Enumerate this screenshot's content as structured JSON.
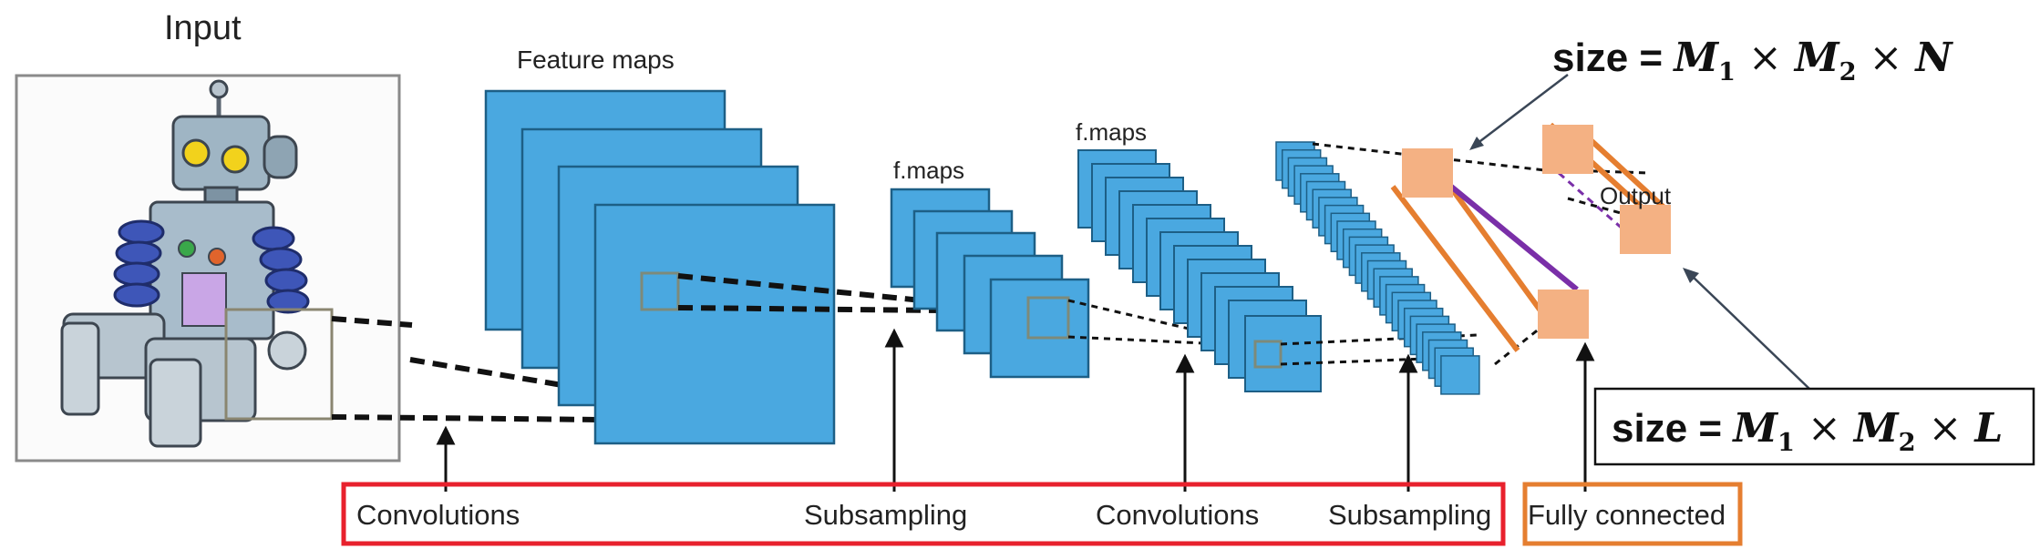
{
  "labels": {
    "input": "Input",
    "feature_maps": "Feature maps",
    "fmaps_1": "f.maps",
    "fmaps_2": "f.maps",
    "output": "Output"
  },
  "stages": [
    {
      "label": "Convolutions"
    },
    {
      "label": "Subsampling"
    },
    {
      "label": "Convolutions"
    },
    {
      "label": "Subsampling"
    },
    {
      "label": "Fully connected"
    }
  ],
  "formulas": {
    "top": {
      "prefix": "size = ",
      "terms": [
        "M",
        "1",
        "M",
        "2",
        "N"
      ]
    },
    "bottom": {
      "prefix": "size = ",
      "terms": [
        "M",
        "1",
        "M",
        "2",
        "L"
      ]
    }
  },
  "colors": {
    "map_fill": "#4aa8e0",
    "map_stroke": "#1d5f86",
    "red_box": "#e8212d",
    "orange_box": "#e57e30",
    "fc_square": "#f4b183",
    "purple_line": "#7a2fa8"
  }
}
